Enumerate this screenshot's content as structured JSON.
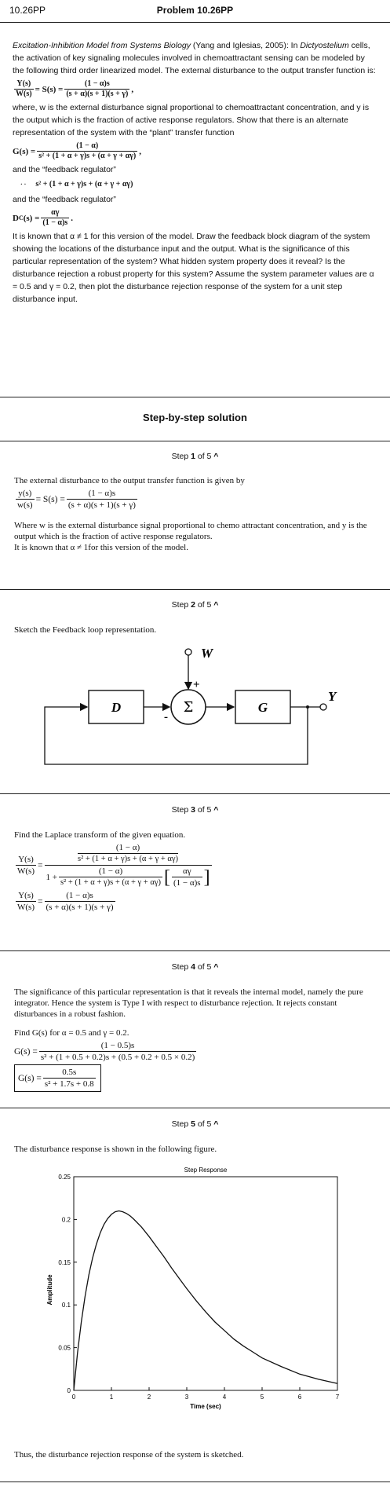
{
  "header": {
    "id": "10.26PP",
    "title": "Problem  10.26PP"
  },
  "problem": {
    "intro_italic": "Excitation-Inhibition Model from Systems Biology",
    "intro_rest_a": " (Yang and Iglesias, 2005): In ",
    "dicty": "Dictyostelium",
    "intro_rest_b": " cells, the activation of key signaling molecules involved in chemoattractant sensing can be modeled by the following third order linearized model. The external disturbance to the output transfer function is:",
    "eq1_lhs_num": "Y(s)",
    "eq1_lhs_den": "W(s)",
    "eq1_mid": "= S(s) =",
    "eq1_num": "(1 − α)s",
    "eq1_den": "(s + α)(s + 1)(s + γ)",
    "eq1_tail": ",",
    "where_text": "where, w is the external disturbance signal proportional to chemoattractant concentration, and y is the output which is the fraction of active response regulators. Show that there is an alternate representation of the system with the “plant” transfer function",
    "eq2_lhs": "G(s) =",
    "eq2_num": "(1 − α)",
    "eq2_den": "s² + (1 + α + γ)s + (α + γ + αγ)",
    "eq2_tail": ",",
    "and_feedback_1": "and the “feedback regulator”",
    "eq3_lead": "· ·",
    "eq3_body": "s² + (1 + α + γ)s + (α + γ + αγ)",
    "and_feedback_2": "and the “feedback regulator”",
    "eq4_lhs": "D",
    "eq4_sub": "C",
    "eq4_mid": "(s) =",
    "eq4_num": "αγ",
    "eq4_den": "(1 − α)s",
    "eq4_tail": ".",
    "closing_text": "It is known that α ≠ 1 for this version of the model. Draw the feedback block diagram of the system showing the locations of the disturbance input and the output. What is the significance of this particular representation of the system? What hidden system property does it reveal? Is the disturbance rejection a robust property for this system? Assume the system parameter values are α = 0.5 and γ = 0.2, then plot the disturbance rejection response of the system for a unit step disturbance input."
  },
  "solution_heading": "Step-by-step solution",
  "steps": [
    {
      "step": "Step",
      "num": "1",
      "of": "of 5",
      "chevron": "^"
    },
    {
      "step": "Step",
      "num": "2",
      "of": "of 5",
      "chevron": "^"
    },
    {
      "step": "Step",
      "num": "3",
      "of": "of 5",
      "chevron": "^"
    },
    {
      "step": "Step",
      "num": "4",
      "of": "of 5",
      "chevron": "^"
    },
    {
      "step": "Step",
      "num": "5",
      "of": "of 5",
      "chevron": "^"
    }
  ],
  "step1": {
    "intro": "The external disturbance to the output transfer function is given by",
    "lhs_num": "y(s)",
    "lhs_den": "w(s)",
    "mid": "= S(s) =",
    "num": "(1 − α)s",
    "den": "(s + α)(s + 1)(s + γ)",
    "where": "Where w is the external disturbance signal proportional to chemo attractant concentration, and y is the output which is the fraction of active response regulators.",
    "known": "It is known that  α ≠ 1for this version of the model."
  },
  "step2": {
    "text": "Sketch the Feedback loop representation.",
    "W": "W",
    "plus": "+",
    "minus": "-",
    "sigma": "Σ",
    "D": "D",
    "G": "G",
    "Y": "Y"
  },
  "step3": {
    "text": "Find the Laplace transform of the given equation.",
    "lhs_num": "Y(s)",
    "lhs_den": "W(s)",
    "eq": "=",
    "top_num": "(1 − α)",
    "top_den": "s² + (1 + α + γ)s + (α + γ + αγ)",
    "one_plus": "1 +",
    "inner_num": "(1 − α)",
    "inner_den": "s² + (1 + α + γ)s + (α + γ + αγ)",
    "bracket_num": "αγ",
    "bracket_den": "(1 − α)s",
    "res_num": "(1 − α)s",
    "res_den": "(s + α)(s + 1)(s + γ)"
  },
  "step4": {
    "text": "The significance of this particular representation is that it reveals the internal model, namely the pure integrator. Hence the system is Type I with respect to disturbance rejection. It rejects constant disturbances in a robust fashion.",
    "find": "Find G(s) for α = 0.5 and γ = 0.2.",
    "g_lhs": "G(s) =",
    "g_num": "(1 − 0.5)s",
    "g_den": "s² + (1 + 0.5 + 0.2)s + (0.5 + 0.2 + 0.5 × 0.2)",
    "box_lhs": "G(s) =",
    "box_num": "0.5s",
    "box_den": "s² + 1.7s + 0.8"
  },
  "step5": {
    "text": "The disturbance response is shown in the following figure.",
    "conclusion": "Thus, the disturbance rejection response of the system is sketched."
  },
  "chart_data": {
    "type": "line",
    "title": "Step Response",
    "xlabel": "Time (sec)",
    "ylabel": "Amplitude",
    "xlim": [
      0,
      7
    ],
    "ylim": [
      0,
      0.25
    ],
    "xticks": [
      "0",
      "1",
      "2",
      "3",
      "4",
      "5",
      "6",
      "7"
    ],
    "yticks": [
      "0",
      "0.05",
      "0.1",
      "0.15",
      "0.2",
      "0.25"
    ],
    "grid": false,
    "series": [
      {
        "x": [
          0,
          0.1,
          0.2,
          0.3,
          0.4,
          0.5,
          0.6,
          0.7,
          0.8,
          0.9,
          1.0,
          1.1,
          1.2,
          1.3,
          1.4,
          1.5,
          1.6,
          1.8,
          2.0,
          2.2,
          2.4,
          2.6,
          2.8,
          3.0,
          3.25,
          3.5,
          3.75,
          4.0,
          4.25,
          4.5,
          4.75,
          5.0,
          5.5,
          6.0,
          6.5,
          7.0
        ],
        "y": [
          0,
          0.044,
          0.08,
          0.11,
          0.135,
          0.155,
          0.171,
          0.184,
          0.194,
          0.201,
          0.206,
          0.209,
          0.21,
          0.209,
          0.207,
          0.204,
          0.2,
          0.191,
          0.18,
          0.168,
          0.156,
          0.143,
          0.131,
          0.119,
          0.105,
          0.092,
          0.08,
          0.07,
          0.06,
          0.052,
          0.045,
          0.038,
          0.028,
          0.019,
          0.013,
          0.008
        ]
      }
    ]
  }
}
